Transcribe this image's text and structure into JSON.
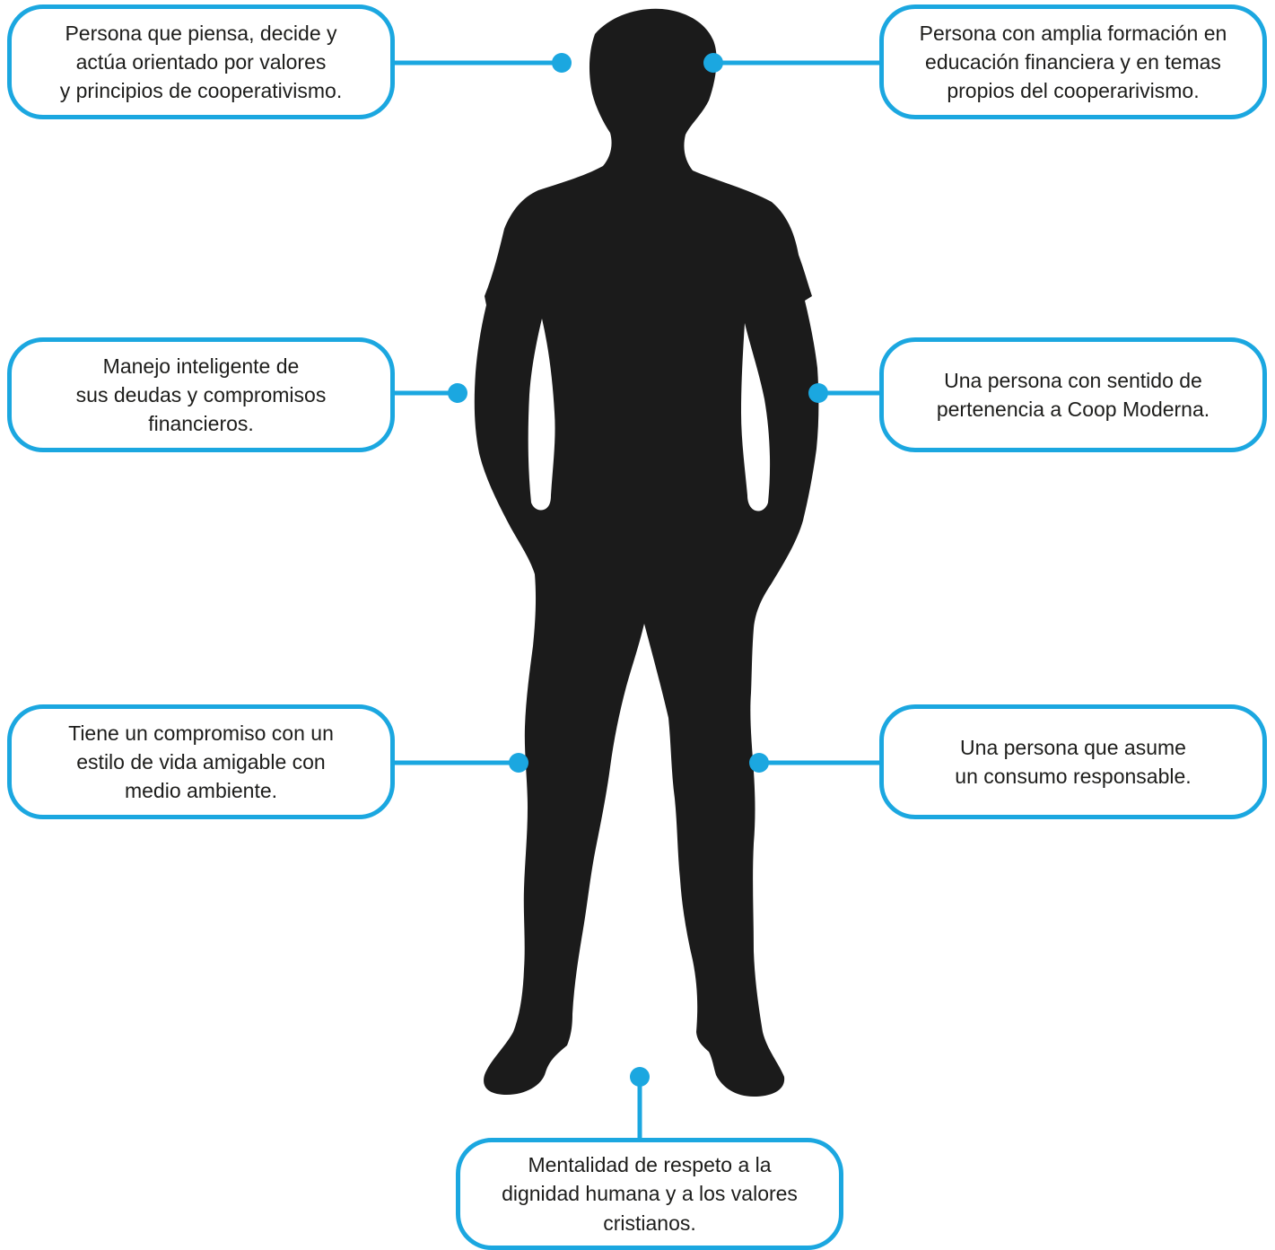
{
  "colors": {
    "accent": "#1ba7e0",
    "silhouette": "#1b1b1b",
    "text": "#1d1d1b",
    "background": "#ffffff"
  },
  "figure": {
    "icon": "person-silhouette-icon"
  },
  "callouts": {
    "top_left": {
      "text": "Persona que piensa, decide y\nactúa orientado por valores\ny principios de cooperativismo."
    },
    "top_right": {
      "text": "Persona con amplia formación en\neducación financiera y en temas\npropios del cooperarivismo."
    },
    "middle_left": {
      "text": "Manejo inteligente de\nsus deudas y compromisos\nfinancieros."
    },
    "middle_right": {
      "text": "Una persona con sentido de\npertenencia a Coop Moderna."
    },
    "lower_left": {
      "text": "Tiene un compromiso con un\nestilo de vida amigable con\nmedio ambiente."
    },
    "lower_right": {
      "text": "Una persona que asume\nun consumo responsable."
    },
    "bottom": {
      "text": "Mentalidad de respeto a la\ndignidad humana y a los valores\ncristianos."
    }
  }
}
